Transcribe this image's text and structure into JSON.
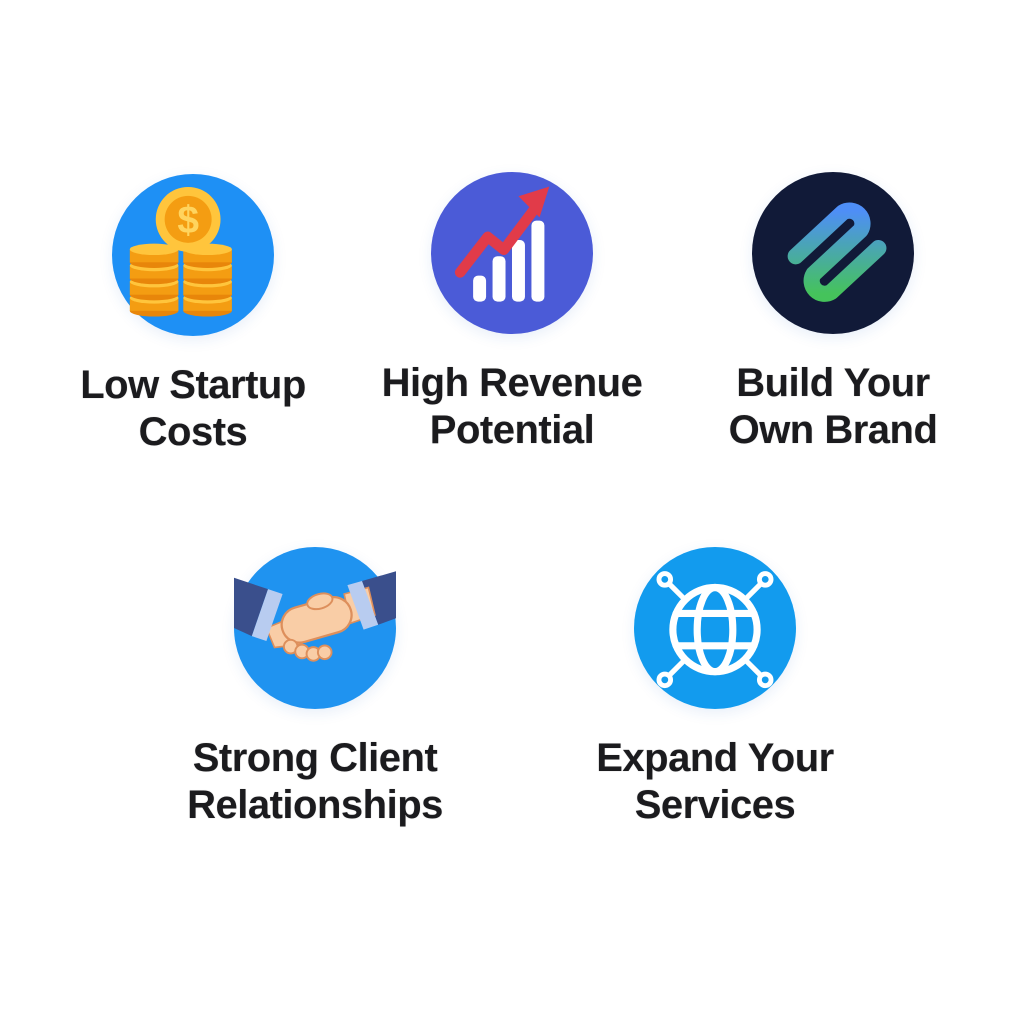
{
  "background_color": "#ffffff",
  "features": [
    {
      "id": "low-startup-costs",
      "label_lines": [
        "Low Startup",
        "Costs"
      ],
      "icon": "coins-icon",
      "circle_color": "#1E90F5"
    },
    {
      "id": "high-revenue-potential",
      "label_lines": [
        "High Revenue",
        "Potential"
      ],
      "icon": "growth-chart-icon",
      "circle_color": "#4B5BD7"
    },
    {
      "id": "build-your-own-brand",
      "label_lines": [
        "Build Your",
        "Own Brand"
      ],
      "icon": "brand-s-logo-icon",
      "circle_color": "#111A38"
    },
    {
      "id": "strong-client-relationships",
      "label_lines": [
        "Strong Client",
        "Relationships"
      ],
      "icon": "handshake-icon",
      "circle_color": "#1F93F0"
    },
    {
      "id": "expand-your-services",
      "label_lines": [
        "Expand Your",
        "Services"
      ],
      "icon": "globe-network-icon",
      "circle_color": "#129BEE"
    }
  ],
  "icon_details": {
    "coins": {
      "dollar_symbol": "$"
    }
  },
  "colors": {
    "text": "#1B1B1E",
    "coin_gold": "#FFC53C",
    "coin_orange": "#F49D12",
    "coin_shadow": "#E8860A",
    "dollar_sign": "#FFD45E",
    "bar_white": "#FFFFFF",
    "arrow_red": "#E13B49",
    "s_logo_blue": "#4E8EF7",
    "s_logo_green": "#45C35B",
    "sleeve_navy": "#3A4F8C",
    "cuff_blue": "#B8CCF0",
    "hand_skin": "#F9CDA6",
    "hand_outline": "#DD8F5C",
    "globe_white": "#FFFFFF"
  }
}
